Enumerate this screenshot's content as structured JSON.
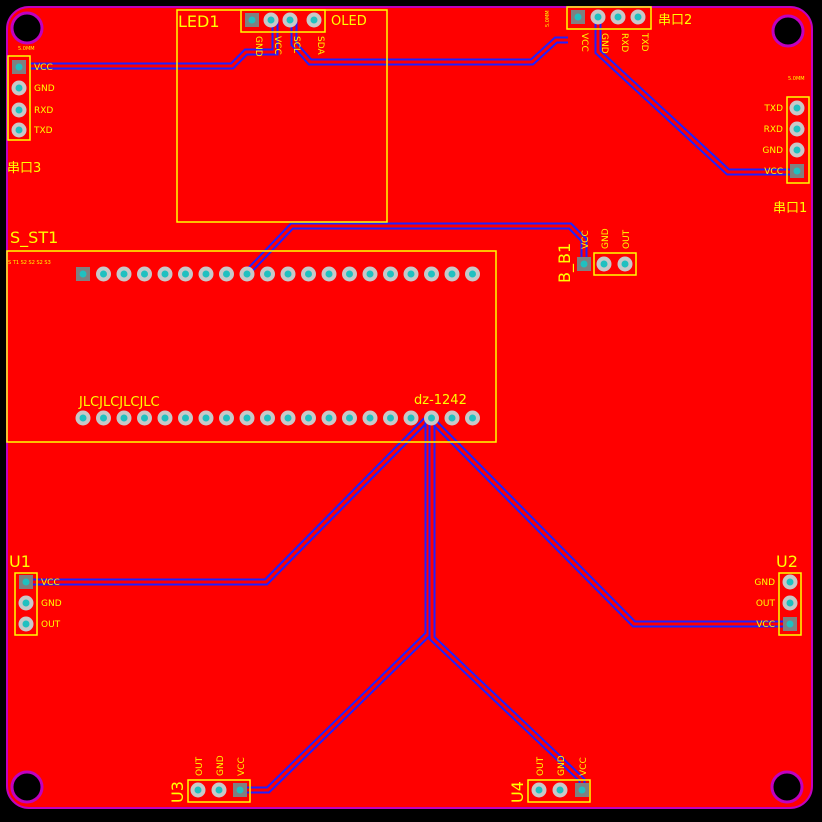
{
  "colors": {
    "board": "#FF0000",
    "outline": "#C000C0",
    "silk": "#FFFF00",
    "trace": "#2020FF",
    "pad": "#C8C8C8",
    "via": "#20C0C0"
  },
  "designators": {
    "led1": "LED1",
    "oled": "OLED",
    "s_st1": "S_ST1",
    "b_b1": "B_B1",
    "u1": "U1",
    "u2": "U2",
    "u3": "U3",
    "u4": "U4",
    "serial1": "串口1",
    "serial2": "串口2",
    "serial3": "串口3",
    "mcu_brand": "JLCJLCJLCJLC",
    "mcu_part": "dz-1242"
  },
  "pin_labels": {
    "led1": [
      "GND",
      "VCC",
      "SCL",
      "SDA"
    ],
    "serial3": [
      "VCC",
      "GND",
      "RXD",
      "TXD"
    ],
    "serial2": [
      "VCC",
      "GND",
      "RXD",
      "TXD"
    ],
    "serial1": [
      "TXD",
      "RXD",
      "GND",
      "VCC"
    ],
    "b_b1": [
      "VCC",
      "GND",
      "OUT"
    ],
    "u1": [
      "VCC",
      "GND",
      "OUT"
    ],
    "u2": [
      "GND",
      "OUT",
      "VCC"
    ],
    "u3": [
      "OUT",
      "GND",
      "VCC"
    ],
    "u4": [
      "OUT",
      "GND",
      "VCC"
    ]
  },
  "tiny_labels": {
    "header": "5.0MM",
    "s_st1_top_left": "S T1  S2  S2  S2  S3"
  }
}
